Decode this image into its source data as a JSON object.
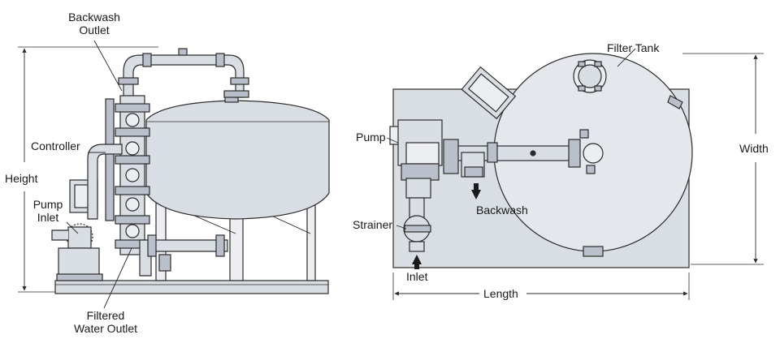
{
  "colors": {
    "line": "#2b2b2b",
    "fill": "#d9dde4",
    "fill_dark": "#b9c0cb",
    "fill_light": "#eceef2",
    "background": "#ffffff"
  },
  "side_view": {
    "backwash_outlet": [
      "Backwash",
      "Outlet"
    ],
    "controller": "Controller",
    "height": "Height",
    "pump_inlet": [
      "Pump",
      "Inlet"
    ],
    "filtered_water_outlet": [
      "Filtered",
      "Water Outlet"
    ]
  },
  "top_view": {
    "filter_tank": "Filter Tank",
    "pump": "Pump",
    "width": "Width",
    "backwash": "Backwash",
    "strainer": "Strainer",
    "inlet": "Inlet",
    "length": "Length"
  }
}
